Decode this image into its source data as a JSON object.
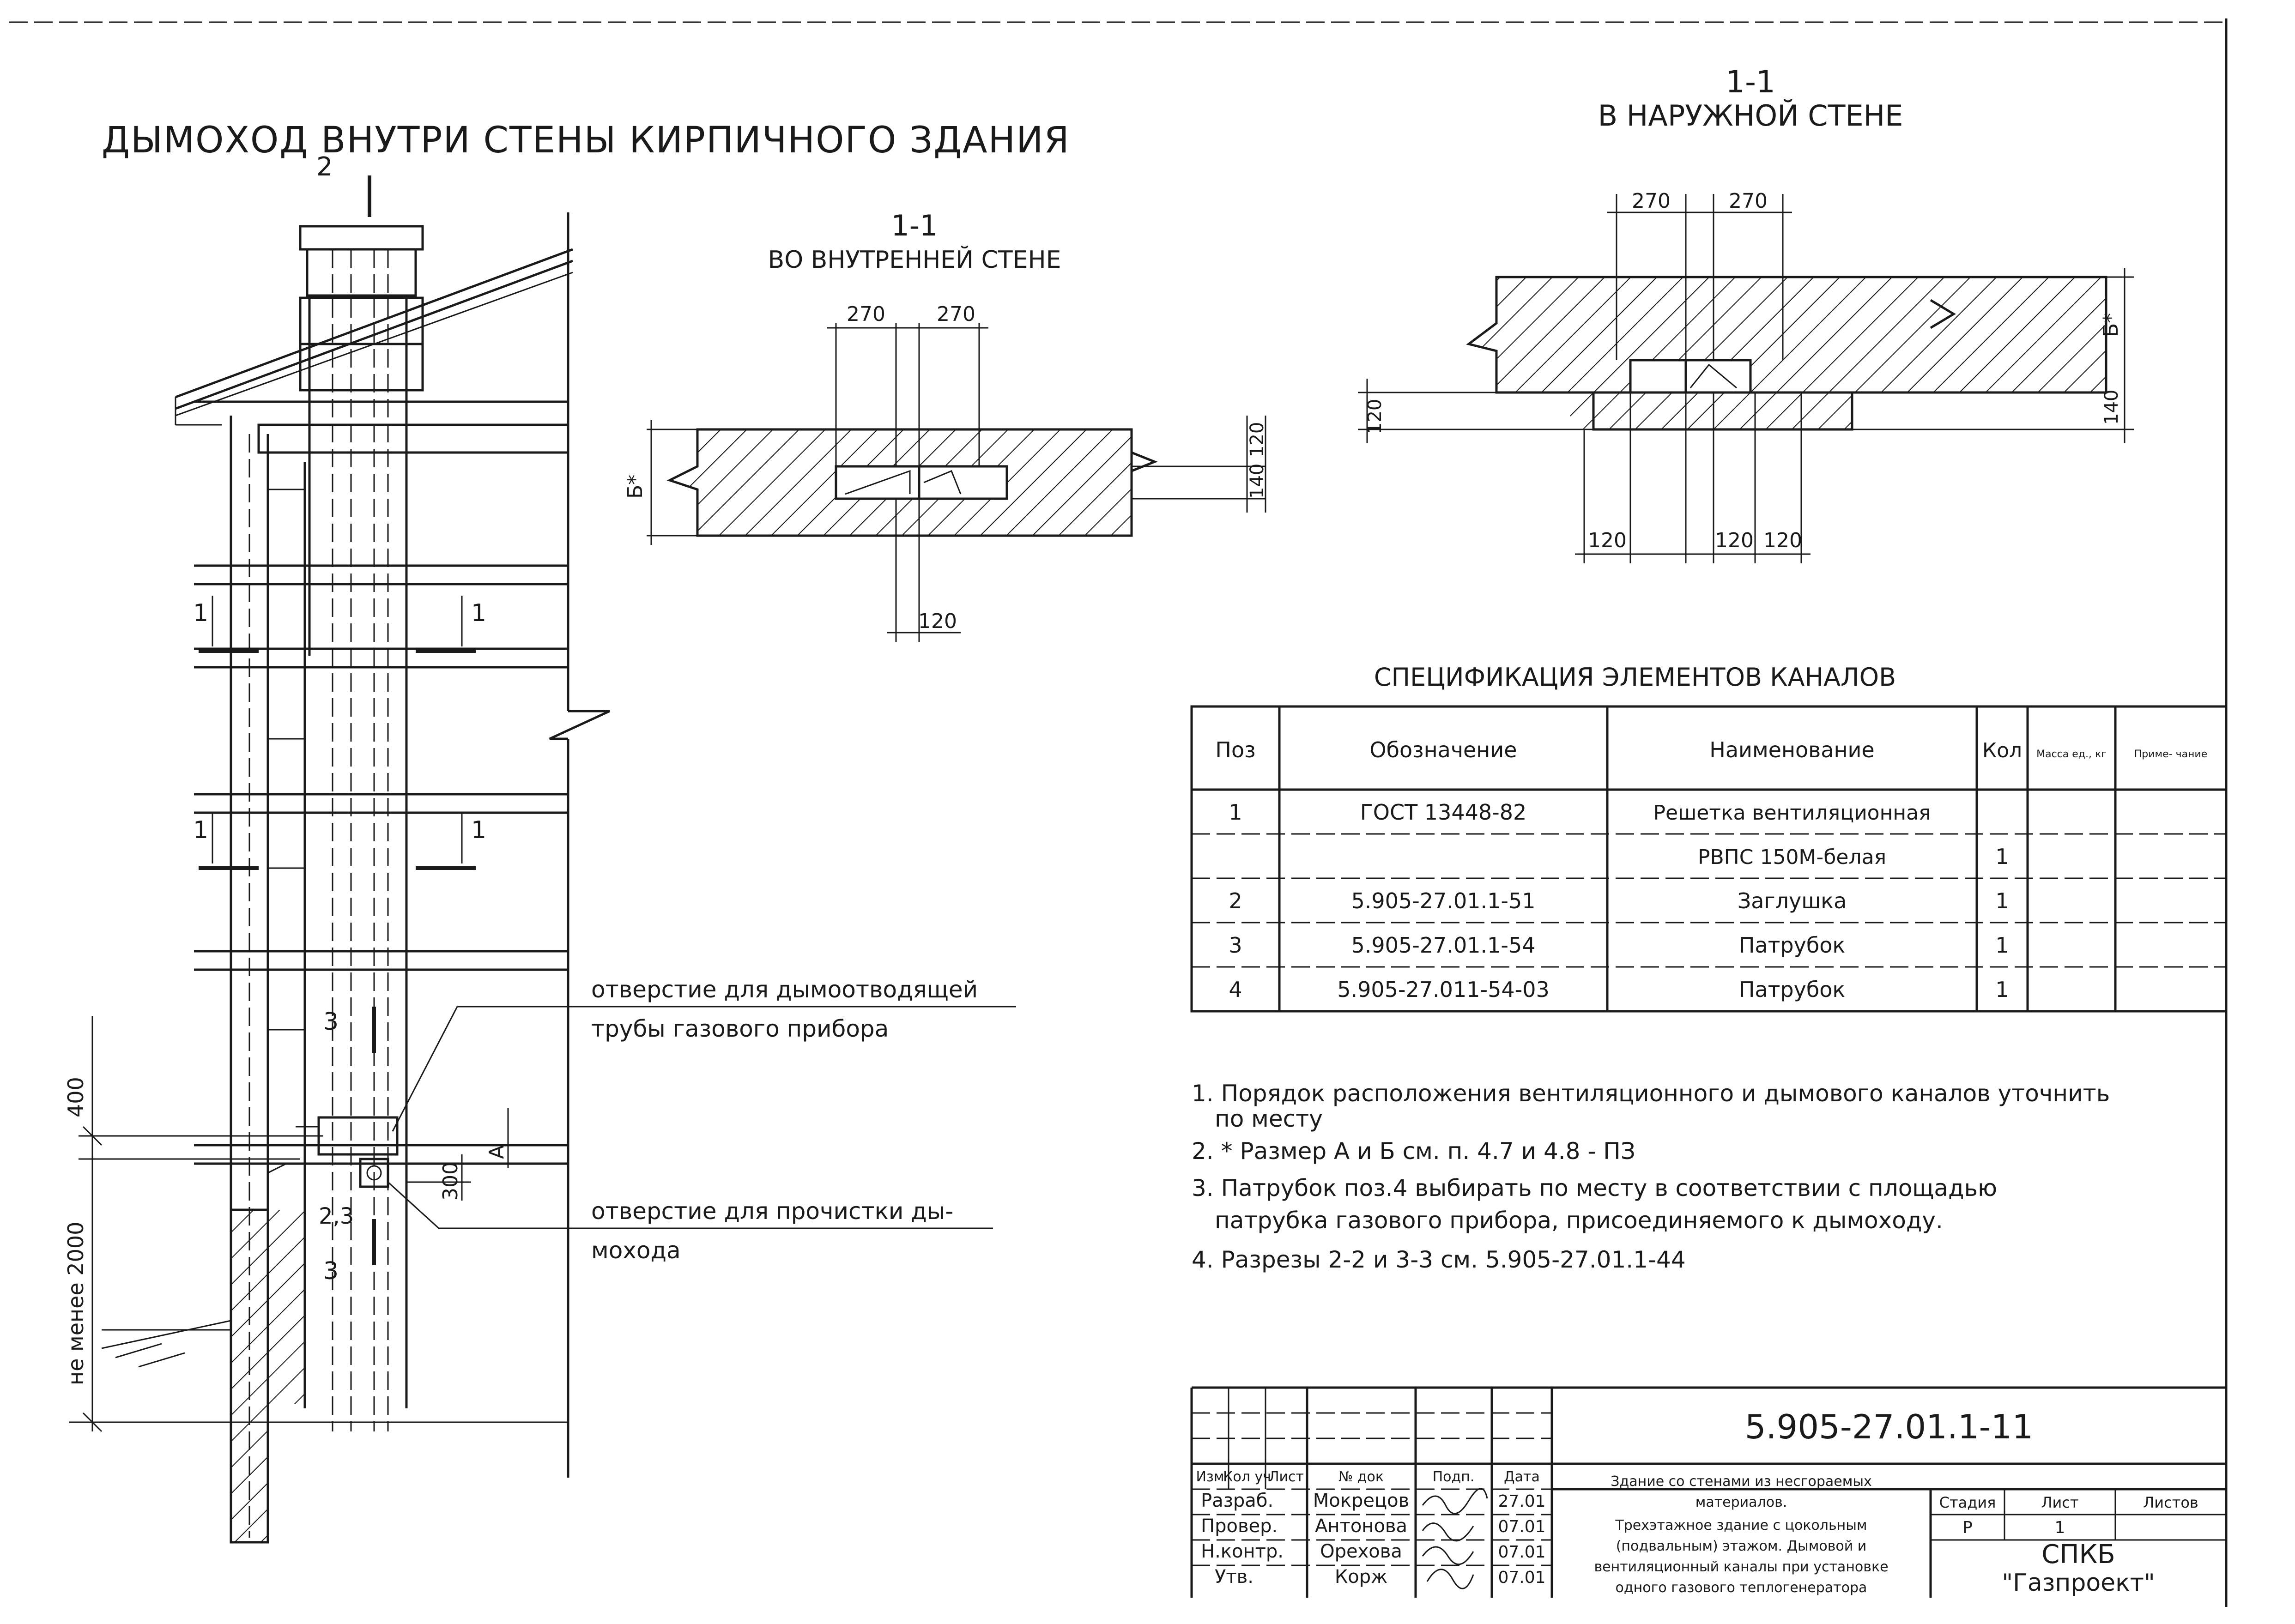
{
  "titles": {
    "main": "ДЫМОХОД ВНУТРИ СТЕНЫ КИРПИЧНОГО ЗДАНИЯ",
    "section_inner_num": "1-1",
    "section_inner_title": "ВО ВНУТРЕННЕЙ СТЕНЕ",
    "section_outer_num": "1-1",
    "section_outer_title": "В НАРУЖНОЙ СТЕНЕ"
  },
  "elevation": {
    "mark_2": "2",
    "mark_1a": "1",
    "mark_1b": "1",
    "mark_1c": "1",
    "mark_1d": "1",
    "mark_3a": "3",
    "mark_3b": "3",
    "mark_23": "2,3",
    "dim_400": "400",
    "dim_2000": "не менее 2000",
    "dim_300": "300",
    "dim_A": "А",
    "callout_1": [
      "отверстие для дымоотводящей",
      "трубы газового прибора"
    ],
    "callout_2": [
      "отверстие для прочистки ды-",
      "мохода"
    ]
  },
  "inner": {
    "dim_270a": "270",
    "dim_270b": "270",
    "dim_120": "120",
    "dim_120r": "120",
    "dim_140": "140",
    "dim_b": "Б*"
  },
  "outer": {
    "dim_270a": "270",
    "dim_270b": "270",
    "dim_120a": "120",
    "dim_120b": "120",
    "dim_120c": "120",
    "dim_120l": "120",
    "dim_140": "140",
    "dim_b": "Б*"
  },
  "spec": {
    "title": "СПЕЦИФИКАЦИЯ ЭЛЕМЕНТОВ КАНАЛОВ",
    "headers": [
      "Поз",
      "Обозначение",
      "Наименование",
      "Кол",
      "Масса ед., кг",
      "Приме- чание"
    ],
    "rows": [
      [
        "1",
        "ГОСТ 13448-82",
        "Решетка вентиляционная",
        "",
        "",
        ""
      ],
      [
        "",
        "",
        "РВПС 150М-белая",
        "1",
        "",
        ""
      ],
      [
        "2",
        "5.905-27.01.1-51",
        "Заглушка",
        "1",
        "",
        ""
      ],
      [
        "3",
        "5.905-27.01.1-54",
        "Патрубок",
        "1",
        "",
        ""
      ],
      [
        "4",
        "5.905-27.011-54-03",
        "Патрубок",
        "1",
        "",
        ""
      ]
    ]
  },
  "notes": [
    "1. Порядок расположения вентиляционного и дымового каналов уточнить",
    "по месту",
    "2. * Размер А и Б см. п. 4.7 и 4.8 - ПЗ",
    "3. Патрубок поз.4 выбирать по месту в соответствии с площадью",
    "патрубка газового прибора, присоединяемого к дымоходу.",
    "4. Разрезы 2-2 и 3-3 см. 5.905-27.01.1-44"
  ],
  "stamp": {
    "doc_number": "5.905-27.01.1-11",
    "hdr": [
      "Изм",
      "Кол уч",
      "Лист",
      "№ док",
      "Подп.",
      "Дата"
    ],
    "roles": [
      "Разраб.",
      "Провер.",
      "Н.контр.",
      "Утв."
    ],
    "names": [
      "Мокрецов",
      "Антонова",
      "Орехова",
      "Корж"
    ],
    "dates": [
      "27.01",
      "07.01",
      "07.01",
      "07.01"
    ],
    "description": [
      "Здание со стенами из несгораемых",
      "материалов.",
      "Трехэтажное здание с цокольным",
      "(подвальным) этажом. Дымовой и",
      "вентиляционный каналы при установке",
      "одного газового теплогенератора"
    ],
    "stadia_label": "Стадия",
    "sheet_label": "Лист",
    "sheets_label": "Листов",
    "stadia": "Р",
    "sheet": "1",
    "sheets": "",
    "org1": "СПКБ",
    "org2": "\"Газпроект\""
  }
}
